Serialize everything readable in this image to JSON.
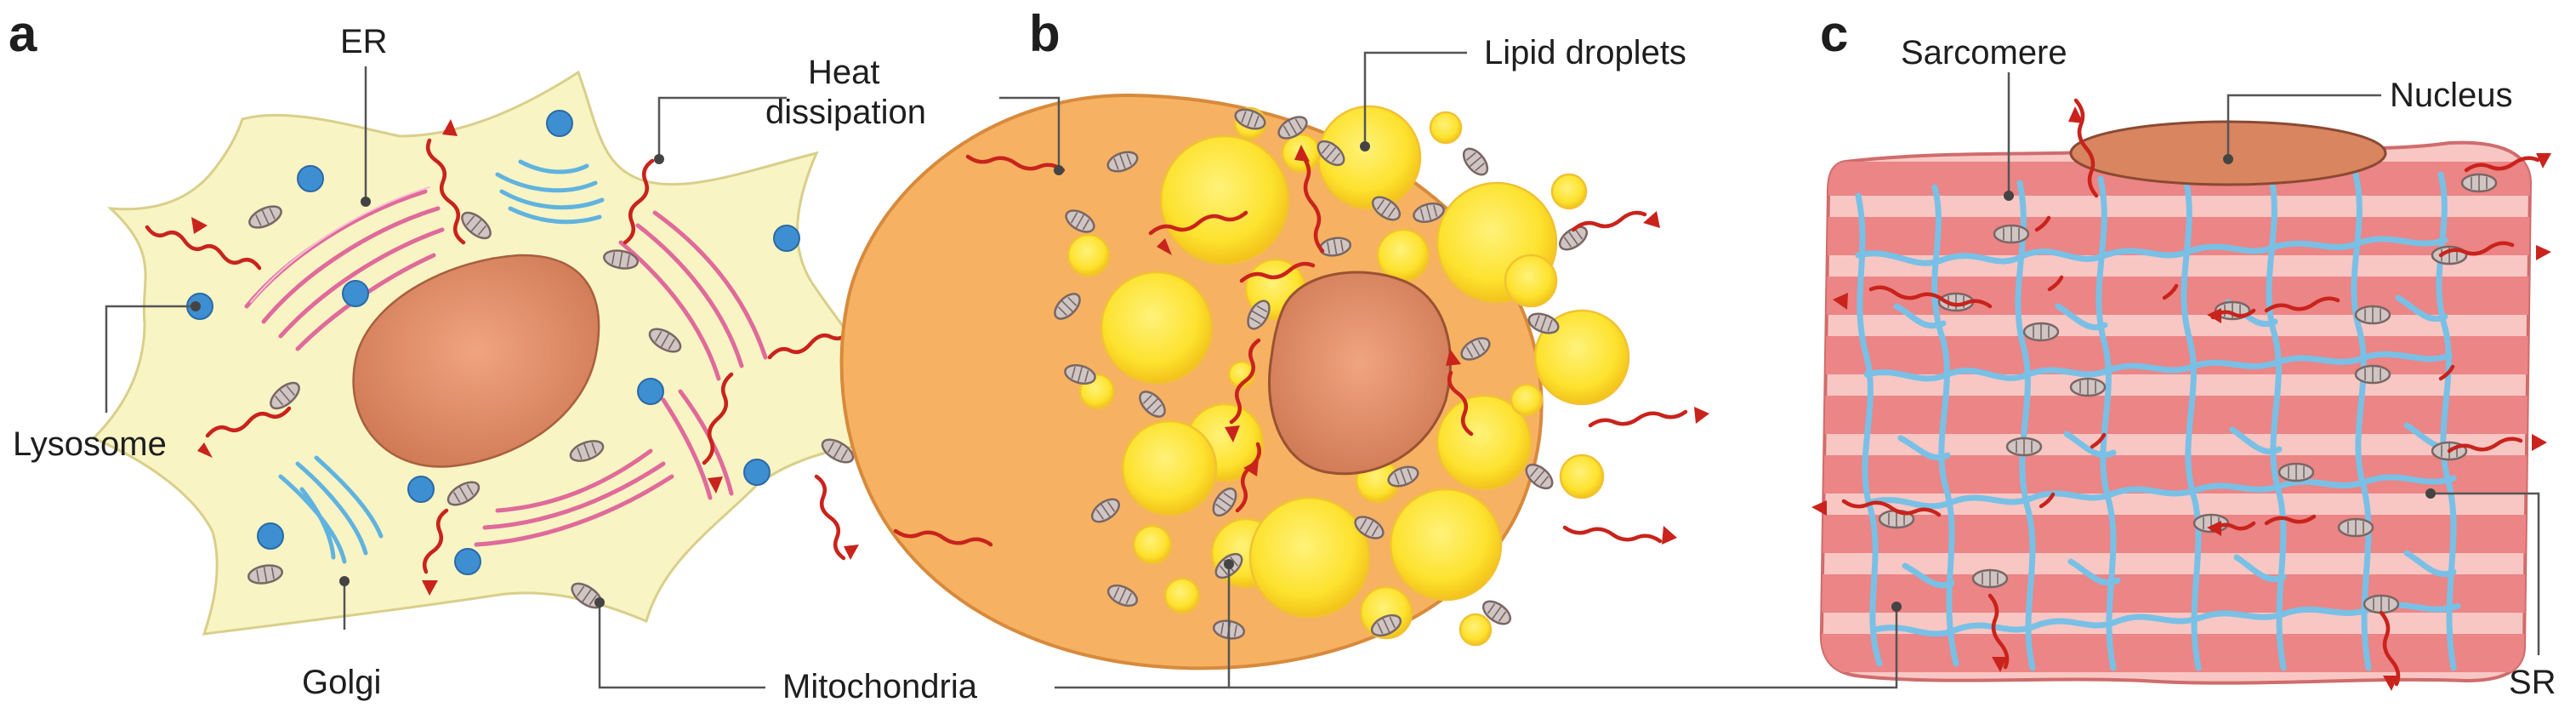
{
  "panels": [
    {
      "letter": "a"
    },
    {
      "letter": "b"
    },
    {
      "letter": "c"
    }
  ],
  "labels": {
    "er": "ER",
    "heat_line1": "Heat",
    "heat_line2": "dissipation",
    "lysosome": "Lysosome",
    "golgi": "Golgi",
    "mitochondria": "Mitochondria",
    "lipid_droplets": "Lipid droplets",
    "sarcomere": "Sarcomere",
    "nucleus": "Nucleus",
    "sr": "SR"
  },
  "colors": {
    "cell_a_fill": "#f9f4c4",
    "cell_a_stroke": "#d9cf8a",
    "cell_b_fill": "#f6b262",
    "cell_b_stroke": "#d88a3c",
    "lipid": "#fbe83a",
    "muscle_fill": "#f3a6a3",
    "muscle_band": "#e86f6f",
    "nucleus": "#d98560",
    "heat_wave": "#c9231c",
    "sr": "#79c0e6"
  }
}
